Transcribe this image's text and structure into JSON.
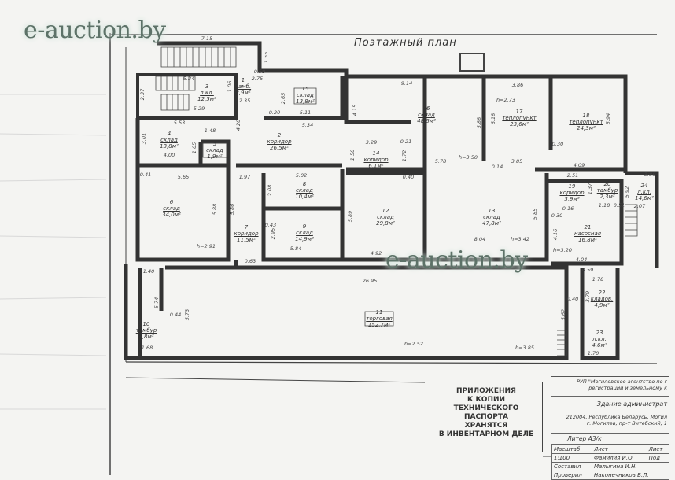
{
  "watermark": "e-auction.by",
  "plan_title": "Поэтажный план",
  "rooms": [
    {
      "num": "1",
      "name": "тамб.",
      "area": "2,9м²"
    },
    {
      "num": "2",
      "name": "коридор",
      "area": "26,5м²"
    },
    {
      "num": "3",
      "name": "л.кл.",
      "area": "12,5м²"
    },
    {
      "num": "4",
      "name": "склад",
      "area": "13,8м²"
    },
    {
      "num": "5",
      "name": "склад",
      "area": "1,9м²"
    },
    {
      "num": "6",
      "name": "склад",
      "area": "34,0м²"
    },
    {
      "num": "7",
      "name": "коридор",
      "area": "11,5м²"
    },
    {
      "num": "8",
      "name": "склад",
      "area": "10,4м²"
    },
    {
      "num": "9",
      "name": "склад",
      "area": "14,9м²"
    },
    {
      "num": "10",
      "name": "тамбур",
      "area": "8,8м²"
    },
    {
      "num": "11",
      "name": "торговая",
      "area": "152,7м²"
    },
    {
      "num": "12",
      "name": "склад",
      "area": "29,8м²"
    },
    {
      "num": "13",
      "name": "склад",
      "area": "47,8м²"
    },
    {
      "num": "14",
      "name": "коридор",
      "area": "6,1м²"
    },
    {
      "num": "15",
      "name": "склад",
      "area": "13,8м²"
    },
    {
      "num": "16",
      "name": "склад",
      "area": "48,6м²"
    },
    {
      "num": "17",
      "name": "теплопункт",
      "area": "23,6м²"
    },
    {
      "num": "18",
      "name": "теплопункт",
      "area": "24,3м²"
    },
    {
      "num": "19",
      "name": "коридор",
      "area": "3,9м²"
    },
    {
      "num": "20",
      "name": "тамбур",
      "area": "2,3м²"
    },
    {
      "num": "21",
      "name": "насосная",
      "area": "16,8м²"
    },
    {
      "num": "22",
      "name": "кладов.",
      "area": "4,9м²"
    },
    {
      "num": "23",
      "name": "л.кл.",
      "area": "4,6м²"
    },
    {
      "num": "24",
      "name": "л.кл.",
      "area": "14,6м²"
    }
  ],
  "dims": [
    "7.15",
    "1.55",
    "0.59",
    "2.75",
    "5.24",
    "2.37",
    "5.29",
    "1.06",
    "2.35",
    "2.65",
    "0.20",
    "5.11",
    "5.53",
    "1.48",
    "4.20",
    "3.01",
    "1.65",
    "4.00",
    "5.34",
    "4.15",
    "9.14",
    "1.50",
    "3.29",
    "0.21",
    "1.72",
    "5.78",
    "h=3.50",
    "5.88",
    "6.18",
    "3.86",
    "h=2.73",
    "5.94",
    "0.30",
    "3.85",
    "0.14",
    "4.09",
    "0.41",
    "5.65",
    "5.88",
    "5.86",
    "1.97",
    "5.02",
    "2.08",
    "0.43",
    "2.95",
    "5.84",
    "5.89",
    "0.40",
    "4.92",
    "8.04",
    "h=3.42",
    "5.85",
    "2.51",
    "3.86",
    "2.07",
    "0.16",
    "0.30",
    "4.16",
    "h=3.20",
    "4.04",
    "0.59",
    "1.78",
    "0.63",
    "1.40",
    "26.95",
    "5.74",
    "0.44",
    "5.73",
    "1.68",
    "h=2.52",
    "h=3.85",
    "5.62",
    "0.40",
    "3.79",
    "1.70",
    "h=2.91",
    "1.37",
    "1.18",
    "0.51",
    "5.92"
  ],
  "stamp": [
    "ПРИЛОЖЕНИЯ",
    "К КОПИИ",
    "ТЕХНИЧЕСКОГО",
    "ПАСПОРТА",
    "ХРАНЯТСЯ",
    "В ИНВЕНТАРНОМ ДЕЛЕ"
  ],
  "title_block": {
    "org": "РУП \"Могилевское агентство по г",
    "org2": "регистрации и земельному к",
    "building": "Здание администрат",
    "address1": "212004, Республика Беларусь, Могил",
    "address2": "г. Могилев, пр-т Витебский, 1",
    "liter": "Литер А3/к",
    "scale_label": "Масштаб",
    "sheet_label": "Лист",
    "sheets_label": "Лист",
    "scale": "1:100",
    "name_label": "Фамилия И.О.",
    "sign_label": "Под",
    "composed_label": "Составил",
    "composed_by": "Малыгина И.Н.",
    "checked_label": "Проверил",
    "checked_by": "Наконечников В.Л."
  }
}
